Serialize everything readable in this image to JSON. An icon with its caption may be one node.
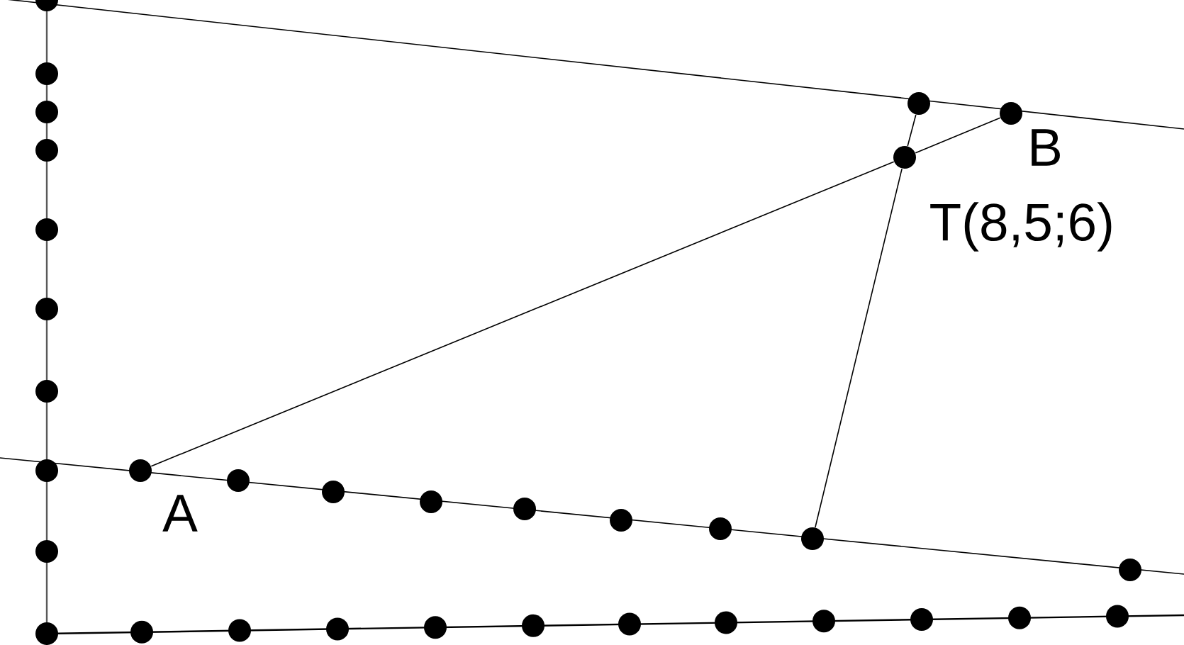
{
  "diagram": {
    "nodes": [
      {
        "text": [],
        "shape": "circle",
        "beside": [
          "A"
        ]
      },
      {
        "text": [],
        "shape": "circle",
        "beside": [
          "B"
        ]
      },
      {
        "text": [],
        "shape": "circle",
        "beside": [
          "T(8,5;6)"
        ]
      },
      {
        "text": [],
        "shape": "circle"
      },
      {
        "text": [],
        "shape": "circle"
      },
      {
        "text": [],
        "shape": "circle"
      },
      {
        "text": [],
        "shape": "circle"
      },
      {
        "text": [],
        "shape": "circle"
      },
      {
        "text": [],
        "shape": "circle"
      },
      {
        "text": [],
        "shape": "circle"
      },
      {
        "text": [],
        "shape": "circle"
      },
      {
        "text": [],
        "shape": "circle"
      },
      {
        "text": [],
        "shape": "circle"
      },
      {
        "text": [],
        "shape": "circle"
      },
      {
        "text": [],
        "shape": "circle"
      },
      {
        "text": [],
        "shape": "circle"
      },
      {
        "text": [],
        "shape": "circle"
      },
      {
        "text": [],
        "shape": "circle"
      },
      {
        "text": [],
        "shape": "circle"
      },
      {
        "text": [],
        "shape": "circle"
      },
      {
        "text": [],
        "shape": "circle"
      },
      {
        "text": [],
        "shape": "circle"
      },
      {
        "text": [],
        "shape": "circle"
      },
      {
        "text": [],
        "shape": "circle"
      },
      {
        "text": [],
        "shape": "circle"
      },
      {
        "text": [],
        "shape": "circle"
      },
      {
        "text": [],
        "shape": "circle"
      },
      {
        "text": [],
        "shape": "circle"
      },
      {
        "text": [],
        "shape": "circle"
      },
      {
        "text": [],
        "shape": "circle"
      },
      {
        "text": [],
        "shape": "circle"
      },
      {
        "text": [],
        "shape": "circle"
      },
      {
        "text": [],
        "shape": "circle"
      }
    ],
    "edges": [
      {
        "from": 0,
        "to": 2,
        "arrow": "none"
      },
      {
        "from": 2,
        "to": 1,
        "arrow": "none"
      },
      {
        "from": 3,
        "to": 2,
        "arrow": "none"
      },
      {
        "from": 2,
        "to": 4,
        "arrow": "none"
      }
    ]
  }
}
